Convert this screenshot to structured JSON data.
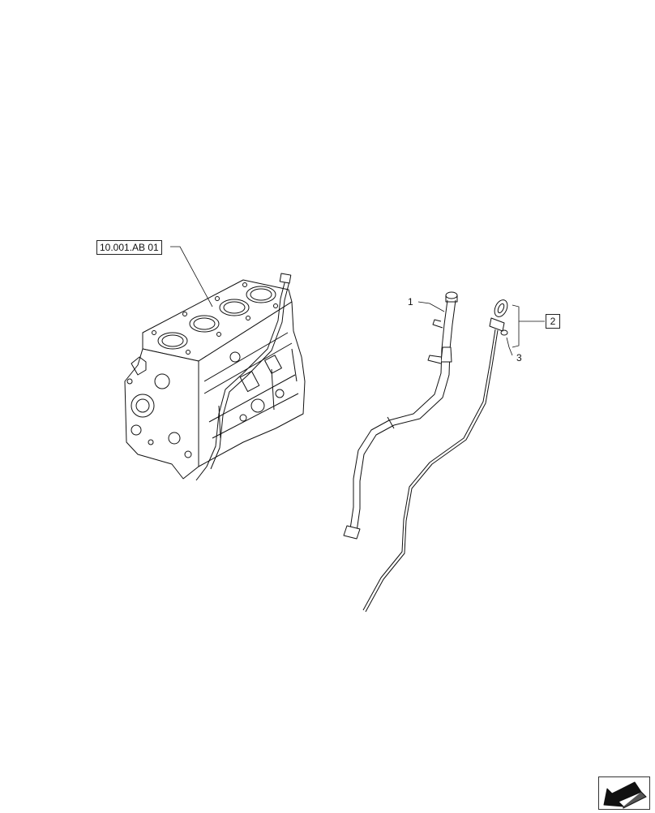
{
  "reference": {
    "label": "10.001.AB 01"
  },
  "callouts": [
    {
      "id": "1",
      "text": "1"
    },
    {
      "id": "2",
      "text": "2"
    },
    {
      "id": "3",
      "text": "3"
    }
  ],
  "nav": {
    "icon": "arrow-down-left-icon"
  },
  "colors": {
    "line": "#111111",
    "background": "#ffffff"
  }
}
